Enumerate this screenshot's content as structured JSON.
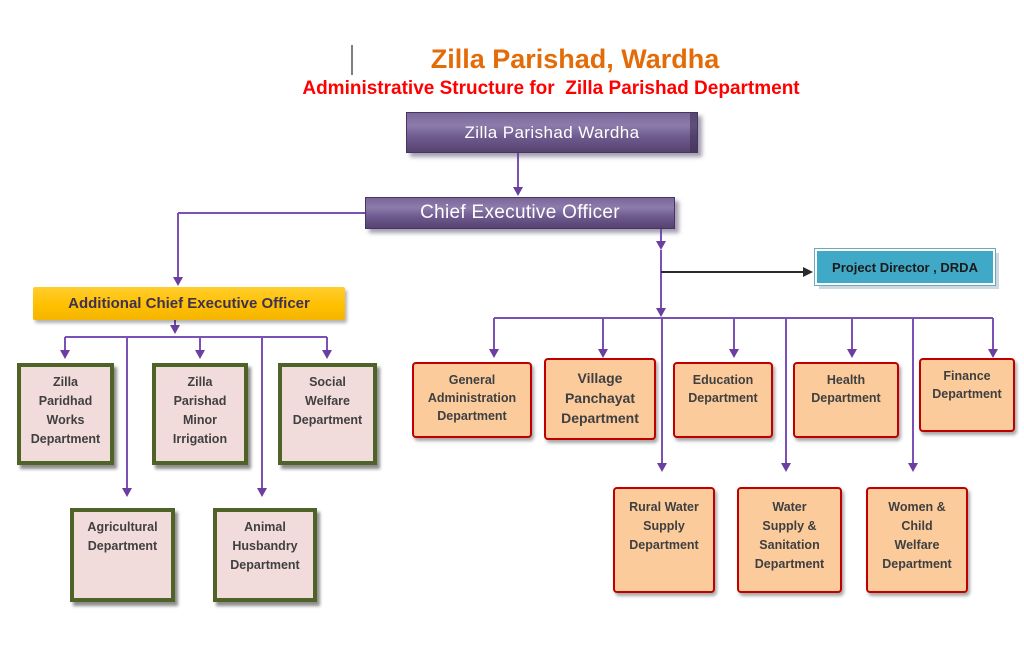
{
  "header": {
    "title": "Zilla Parishad, Wardha",
    "subtitle": "Administrative Structure for  Zilla Parishad Department"
  },
  "nodes": {
    "zilla_parishad": {
      "label": "Zilla Parishad  Wardha"
    },
    "ceo": {
      "label": "Chief Executive Officer"
    },
    "additional_ceo": {
      "label": "Additional  Chief Executive Officer"
    },
    "project_director": {
      "label": "Project Director , DRDA"
    },
    "left_row1": [
      {
        "label": "Zilla\nParidhad\nWorks\nDepartment"
      },
      {
        "label": "Zilla\nParishad\nMinor\nIrrigation"
      },
      {
        "label": "Social\nWelfare\nDepartment"
      }
    ],
    "left_row2": [
      {
        "label": "Agricultural\nDepartment"
      },
      {
        "label": "Animal\nHusbandry\nDepartment"
      }
    ],
    "right_row1": [
      {
        "label": "General\nAdministration\nDepartment"
      },
      {
        "label": "Village\nPanchayat\nDepartment"
      },
      {
        "label": "Education\nDepartment"
      },
      {
        "label": "Health\nDepartment"
      },
      {
        "label": "Finance\nDepartment"
      }
    ],
    "right_row2": [
      {
        "label": "Rural Water\nSupply\nDepartment"
      },
      {
        "label": "Water\nSupply &\nSanitation\nDepartment"
      },
      {
        "label": "Women &\nChild\nWelfare\nDepartment"
      }
    ]
  },
  "colors": {
    "title_orange": "#E36C09",
    "subtitle_red": "#FF0000",
    "purple_node": "#604A7B",
    "gold_node": "#FFC000",
    "teal_node": "#41A9C8",
    "pink_fill": "#F2DCDB",
    "olive_border": "#4F6228",
    "peach_fill": "#FBCB9C",
    "red_border": "#C00000",
    "connector_purple": "#7A52B5",
    "connector_black": "#2B2B2B"
  }
}
